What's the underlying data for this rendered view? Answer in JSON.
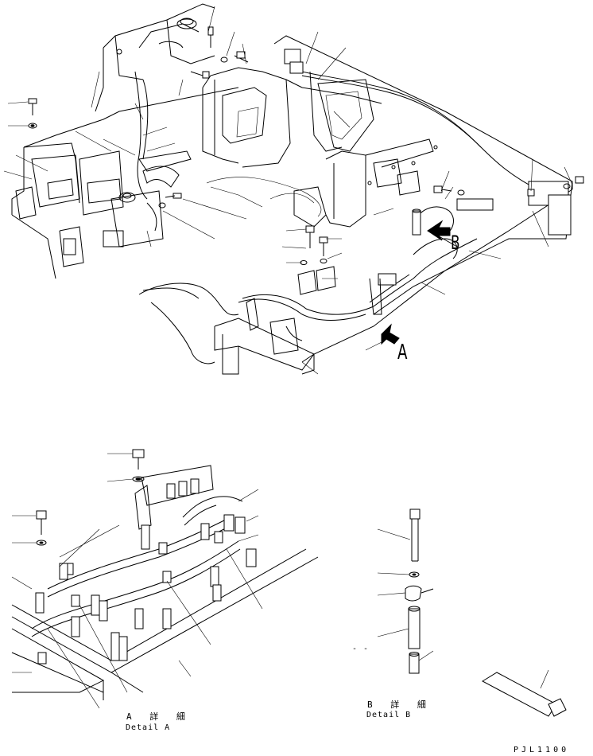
{
  "callouts": {
    "a": "A",
    "b": "B"
  },
  "details": {
    "a": {
      "jp": "A 詳 細",
      "en": "Detail A"
    },
    "b": {
      "jp": "B 詳 細",
      "en": "Detail B"
    }
  },
  "stray_mark": "- -",
  "drawing_code": "PJL1100"
}
